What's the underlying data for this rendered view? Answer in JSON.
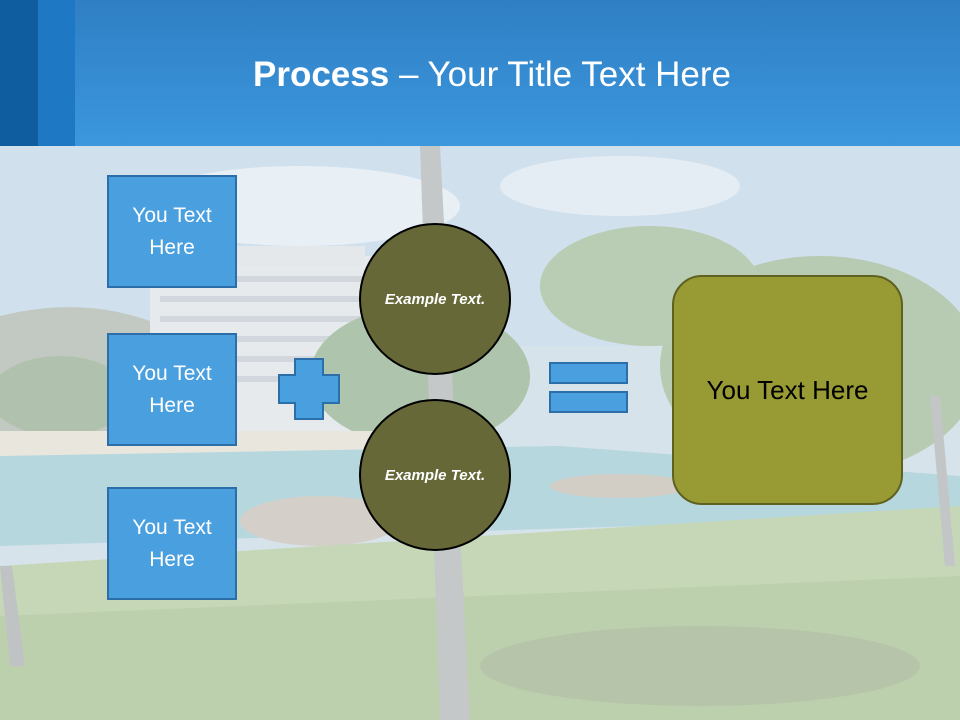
{
  "header": {
    "title_bold": "Process",
    "title_rest": " – Your Title Text Here"
  },
  "inputs": [
    {
      "label": "You Text Here"
    },
    {
      "label": "You Text Here"
    },
    {
      "label": "You Text Here"
    }
  ],
  "circles": [
    {
      "label": "Example Text."
    },
    {
      "label": "Example Text."
    }
  ],
  "result": {
    "label": "You Text Here"
  },
  "colors": {
    "header_blue": "#3c97dd",
    "box_blue": "#4a9fdf",
    "circle_olive": "#666838",
    "result_olive": "#989a33"
  }
}
